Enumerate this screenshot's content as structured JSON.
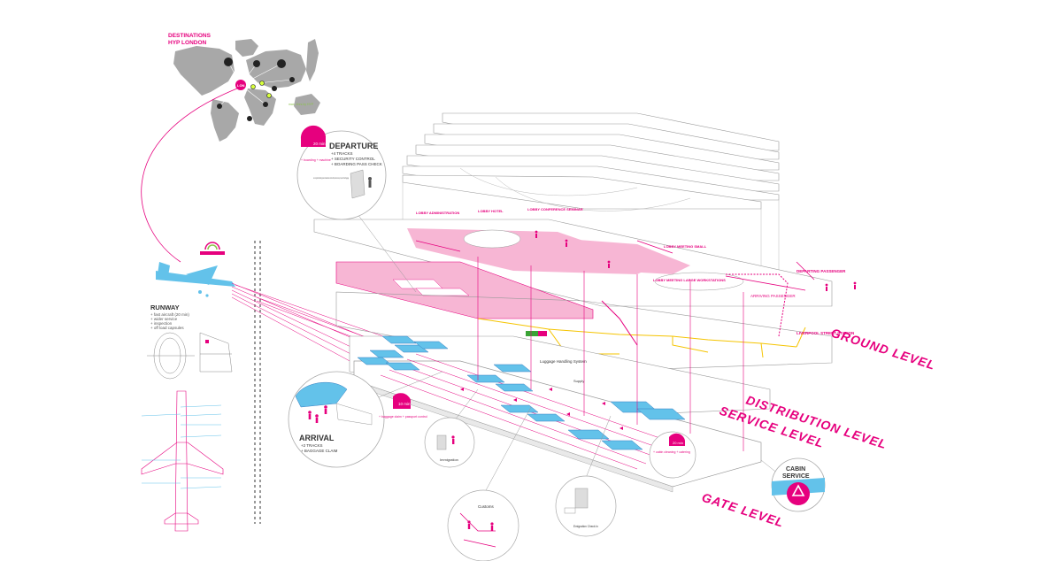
{
  "map": {
    "title_line1": "DESTINATIONS",
    "title_line2": "HYP LONDON",
    "hub": "LON",
    "legend": "max. 4hrs by HYP"
  },
  "runway": {
    "title": "RUNWAY",
    "items": [
      "+ fast aircraft (20 min)",
      "+ wider service",
      "+ inspection",
      "+ off load capsules"
    ]
  },
  "departure": {
    "title": "DEPARTURE",
    "items": [
      "+4 TRACKS",
      "+ SECURITY CONTROL",
      "+ BOARDING PASS CHECK"
    ],
    "time": "20 min",
    "note_left": "+ boarding + machine",
    "note_text": "no recognition/boarding pass multiselection control with optional conveyor tape for hand luggage"
  },
  "arrival": {
    "title": "ARRIVAL",
    "items": [
      "+2 TRACKS",
      "+ BAGGAGE CLAIM"
    ],
    "time": "10 min",
    "note": "+ baggage claim + passport control"
  },
  "cabin_service": {
    "line1": "CABIN",
    "line2": "SERVICE"
  },
  "levels": {
    "ground": "GROUND LEVEL",
    "distribution": "DISTRIBUTION LEVEL",
    "service": "SERVICE LEVEL",
    "gate": "GATE LEVEL"
  },
  "lobbies": {
    "administration": "LOBBY ADMINISTRATION",
    "hotel": "LOBBY HOTEL",
    "conference": "LOBBY CONFERENCE SEMINAR",
    "meeting_small": "LOBBY MEETING SMALL",
    "meeting_large": "LOBBY MEETING LARGE WORKSTATIONS"
  },
  "labels": {
    "departing_passenger": "DEPARTING PASSENGER",
    "liverpool_station": "LIVERPOOL STREET STATION",
    "arriving_passenger": "ARRIVING PASSENGER",
    "luggage": "Luggage Handling System",
    "supply": "Supply",
    "immigration": "Immigration",
    "customs": "Customs",
    "emigration": "Emigration Check In",
    "cabin_time": "20 min",
    "cabin_note": "+ cabin cleaning + catering"
  },
  "colors": {
    "accent": "#e6007e",
    "pink_floor": "#f7b6d4",
    "blue": "#63c2ea",
    "yellow": "#f5c400",
    "line": "#9a9a9a"
  }
}
